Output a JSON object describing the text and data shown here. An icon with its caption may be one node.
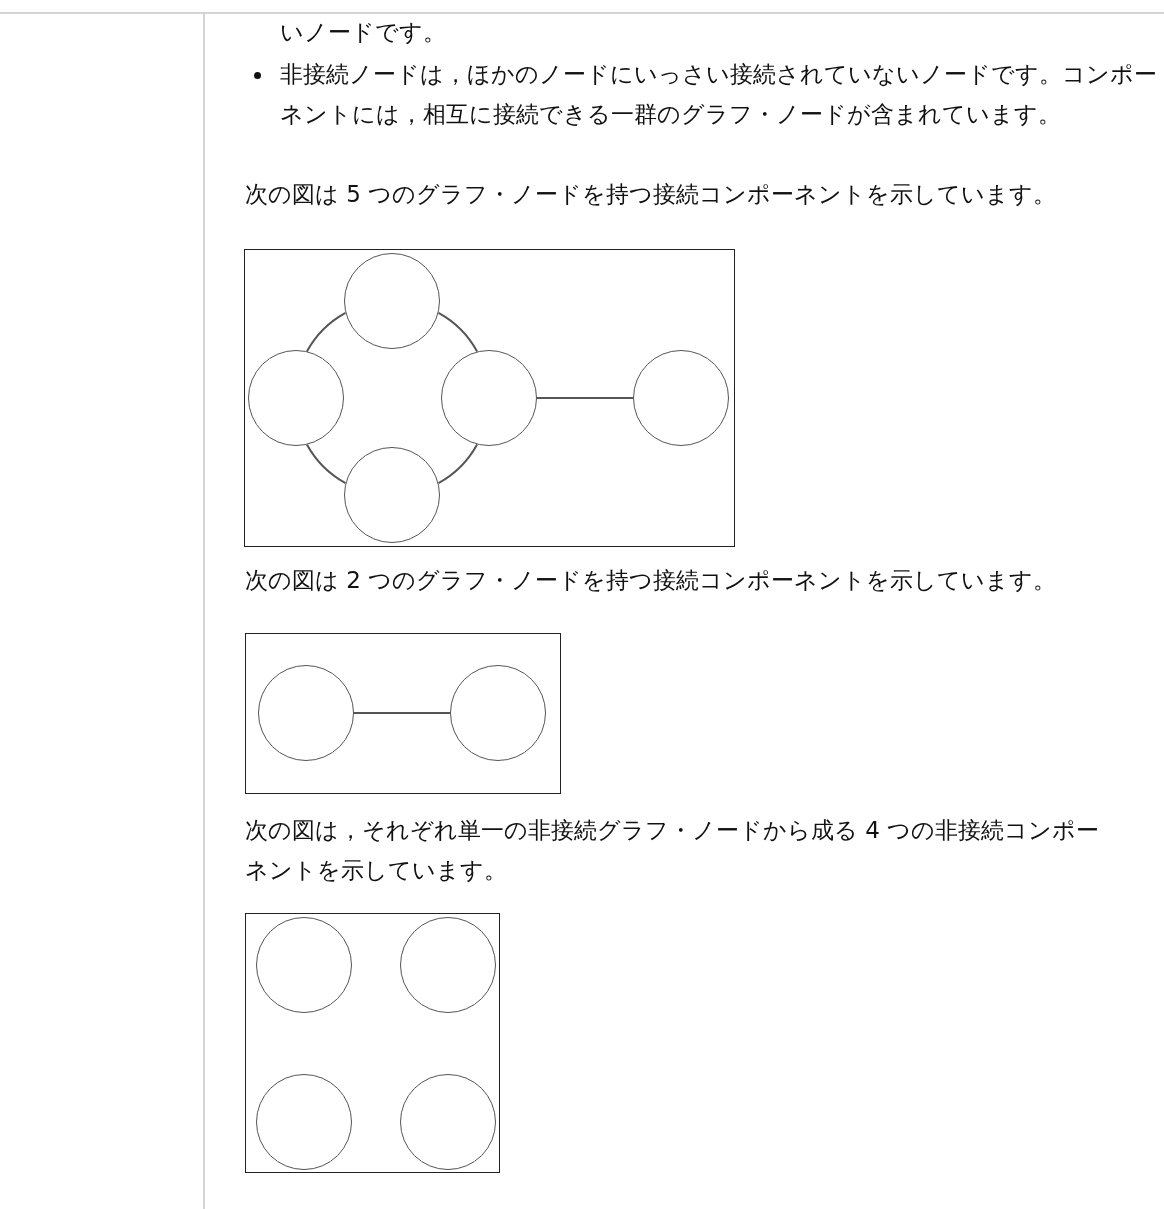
{
  "diagram": {
    "nodes": [
      {
        "text": [],
        "shape": "box"
      },
      {
        "text": [],
        "shape": "circle",
        "in": 0
      },
      {
        "text": [],
        "shape": "circle",
        "in": 0
      },
      {
        "text": [],
        "shape": "circle",
        "in": 0
      },
      {
        "text": [],
        "shape": "circle",
        "in": 0
      },
      {
        "text": [],
        "shape": "circle",
        "in": 0
      },
      {
        "text": [],
        "shape": "box"
      },
      {
        "text": [],
        "shape": "circle",
        "in": 6
      },
      {
        "text": [],
        "shape": "circle",
        "in": 6
      },
      {
        "text": [],
        "shape": "box"
      },
      {
        "text": [],
        "shape": "circle",
        "in": 9
      },
      {
        "text": [],
        "shape": "circle",
        "in": 9
      },
      {
        "text": [],
        "shape": "circle",
        "in": 9
      },
      {
        "text": [],
        "shape": "circle",
        "in": 9
      }
    ],
    "edges": [
      {
        "from": 1,
        "to": 2,
        "arrow": "none"
      },
      {
        "from": 1,
        "to": 3,
        "arrow": "none"
      },
      {
        "from": 2,
        "to": 4,
        "arrow": "none"
      },
      {
        "from": 4,
        "to": 3,
        "arrow": "none"
      },
      {
        "from": 3,
        "to": 5,
        "arrow": "none"
      },
      {
        "from": 7,
        "to": 8,
        "arrow": "none"
      }
    ],
    "labels": [
      "いノードです。",
      "非接続ノードは，ほかのノードにいっさい接続されていないノードです。コンポーネントには，相互に接続できる一群のグラフ・ノードが含まれています。",
      "次の図は 5 つのグラフ・ノードを持つ接続コンポーネントを示しています。",
      "次の図は 2 つのグラフ・ノードを持つ接続コンポーネントを示しています。",
      "次の図は，それぞれ単一の非接続グラフ・ノードから成る 4 つの非接続コンポーネントを示しています。"
    ]
  }
}
